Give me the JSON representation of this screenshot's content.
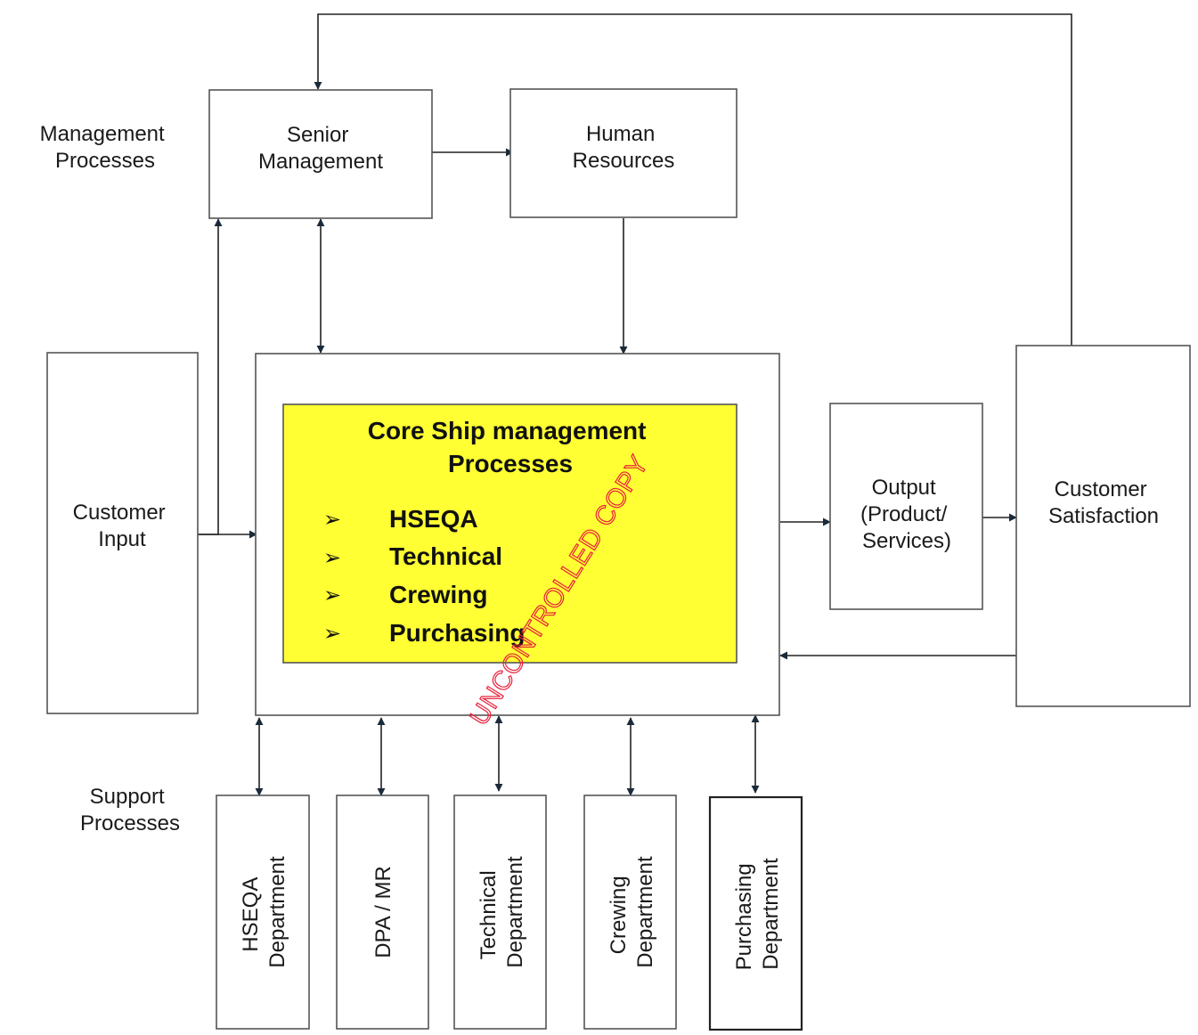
{
  "labels": {
    "management_processes": [
      "Management",
      "Processes"
    ],
    "support_processes": [
      "Support",
      "Processes"
    ]
  },
  "boxes": {
    "senior_management": [
      "Senior",
      "Management"
    ],
    "human_resources": [
      "Human",
      "Resources"
    ],
    "customer_input": [
      "Customer",
      "Input"
    ],
    "output": [
      "Output",
      "(Product/",
      "Services)"
    ],
    "customer_satisfaction": [
      "Customer",
      "Satisfaction"
    ]
  },
  "core": {
    "title": [
      "Core Ship management",
      "Processes"
    ],
    "bullet_glyph": "➢",
    "items": [
      "HSEQA",
      "Technical",
      "Crewing",
      "Purchasing"
    ]
  },
  "departments": [
    [
      "HSEQA",
      "Department"
    ],
    [
      "DPA / MR"
    ],
    [
      "Technical",
      "Department"
    ],
    [
      "Crewing",
      "Department"
    ],
    [
      "Purchasing",
      "Department"
    ]
  ],
  "watermark": "UNCONTROLLED COPY",
  "colors": {
    "core_fill": "#ffff33",
    "watermark": "#e8203a"
  }
}
